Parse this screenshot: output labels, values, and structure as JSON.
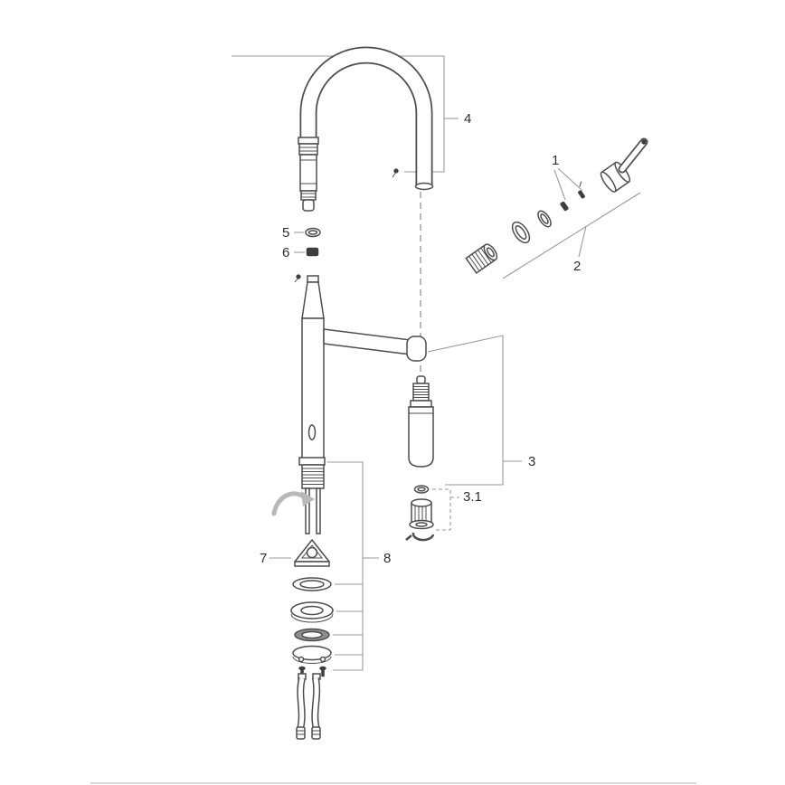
{
  "diagram": {
    "kind": "exploded-parts-diagram"
  },
  "labels": {
    "part1": "1",
    "part2": "2",
    "part3": "3",
    "part3_1": "3.1",
    "part4": "4",
    "part5": "5",
    "part6": "6",
    "part7": "7",
    "part8": "8"
  },
  "colors": {
    "line": "#4d4d4d",
    "leader": "#9a9a9a",
    "background": "#ffffff",
    "divider": "#d9d9d9"
  }
}
